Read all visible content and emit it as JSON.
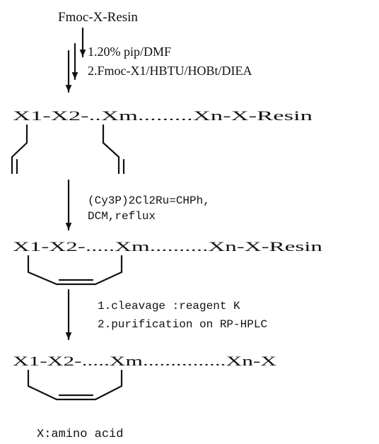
{
  "scheme": {
    "start": "Fmoc-X-Resin",
    "step1": {
      "line1": "1.20% pip/DMF",
      "line2": "2.Fmoc-X1/HBTU/HOBt/DIEA"
    },
    "intermediate1": {
      "prefix": "X1-X2-..Xm",
      "dots": ".........",
      "suffix": "Xn-X-Resin"
    },
    "step2": {
      "line1": "(Cy3P)2Cl2Ru=CHPh,",
      "line2": "DCM,reflux"
    },
    "intermediate2": {
      "prefix": "X1-X2-.....Xm",
      "dots": "..........",
      "suffix": "Xn-X-Resin"
    },
    "step3": {
      "line1": "1.cleavage :reagent K",
      "line2": "2.purification on RP-HPLC"
    },
    "product": {
      "prefix": "X1-X2-.....Xm",
      "dots": "...............",
      "suffix": "Xn-X"
    },
    "legend": "X:amino acid"
  },
  "colors": {
    "ink": "#111111",
    "background": "#ffffff"
  }
}
